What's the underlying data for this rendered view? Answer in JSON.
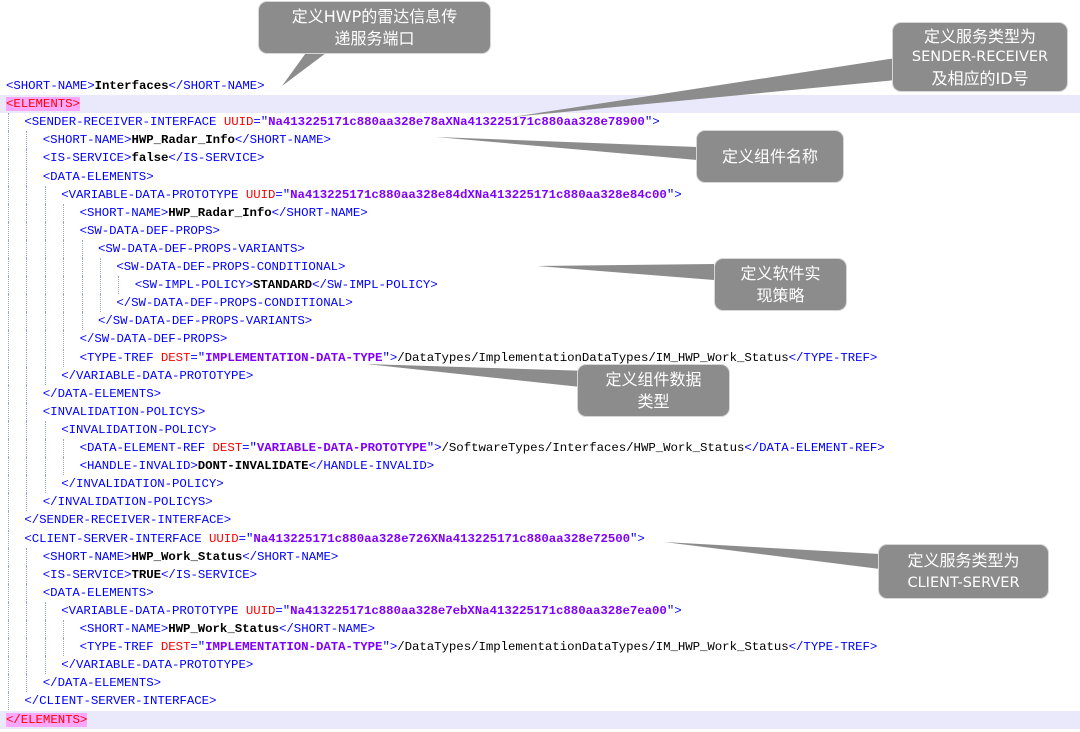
{
  "code_lines": [
    {
      "indent": 0,
      "tokens": [
        {
          "t": "tag",
          "v": "<SHORT-NAME>"
        },
        {
          "t": "txt",
          "v": "Interfaces"
        },
        {
          "t": "tag",
          "v": "</SHORT-NAME>"
        }
      ]
    },
    {
      "indent": 0,
      "highlight": true,
      "tokens": [
        {
          "t": "tagp",
          "v": "<ELEMENTS>"
        }
      ]
    },
    {
      "indent": 1,
      "tokens": [
        {
          "t": "tag",
          "v": "<SENDER-RECEIVER-INTERFACE "
        },
        {
          "t": "attr",
          "v": "UUID"
        },
        {
          "t": "tag",
          "v": "=\""
        },
        {
          "t": "val",
          "v": "Na413225171c880aa328e78aXNa413225171c880aa328e78900"
        },
        {
          "t": "tag",
          "v": "\">"
        }
      ]
    },
    {
      "indent": 2,
      "tokens": [
        {
          "t": "tag",
          "v": "<SHORT-NAME>"
        },
        {
          "t": "txt",
          "v": "HWP_Radar_Info"
        },
        {
          "t": "tag",
          "v": "</SHORT-NAME>"
        }
      ]
    },
    {
      "indent": 2,
      "tokens": [
        {
          "t": "tag",
          "v": "<IS-SERVICE>"
        },
        {
          "t": "txt",
          "v": "false"
        },
        {
          "t": "tag",
          "v": "</IS-SERVICE>"
        }
      ]
    },
    {
      "indent": 2,
      "tokens": [
        {
          "t": "tag",
          "v": "<DATA-ELEMENTS>"
        }
      ]
    },
    {
      "indent": 3,
      "tokens": [
        {
          "t": "tag",
          "v": "<VARIABLE-DATA-PROTOTYPE "
        },
        {
          "t": "attr",
          "v": "UUID"
        },
        {
          "t": "tag",
          "v": "=\""
        },
        {
          "t": "val",
          "v": "Na413225171c880aa328e84dXNa413225171c880aa328e84c00"
        },
        {
          "t": "tag",
          "v": "\">"
        }
      ]
    },
    {
      "indent": 4,
      "tokens": [
        {
          "t": "tag",
          "v": "<SHORT-NAME>"
        },
        {
          "t": "txt",
          "v": "HWP_Radar_Info"
        },
        {
          "t": "tag",
          "v": "</SHORT-NAME>"
        }
      ]
    },
    {
      "indent": 4,
      "tokens": [
        {
          "t": "tag",
          "v": "<SW-DATA-DEF-PROPS>"
        }
      ]
    },
    {
      "indent": 5,
      "tokens": [
        {
          "t": "tag",
          "v": "<SW-DATA-DEF-PROPS-VARIANTS>"
        }
      ]
    },
    {
      "indent": 6,
      "tokens": [
        {
          "t": "tag",
          "v": "<SW-DATA-DEF-PROPS-CONDITIONAL>"
        }
      ]
    },
    {
      "indent": 7,
      "tokens": [
        {
          "t": "tag",
          "v": "<SW-IMPL-POLICY>"
        },
        {
          "t": "txt",
          "v": "STANDARD"
        },
        {
          "t": "tag",
          "v": "</SW-IMPL-POLICY>"
        }
      ]
    },
    {
      "indent": 6,
      "tokens": [
        {
          "t": "tag",
          "v": "</SW-DATA-DEF-PROPS-CONDITIONAL>"
        }
      ]
    },
    {
      "indent": 5,
      "tokens": [
        {
          "t": "tag",
          "v": "</SW-DATA-DEF-PROPS-VARIANTS>"
        }
      ]
    },
    {
      "indent": 4,
      "tokens": [
        {
          "t": "tag",
          "v": "</SW-DATA-DEF-PROPS>"
        }
      ]
    },
    {
      "indent": 4,
      "tokens": [
        {
          "t": "tag",
          "v": "<TYPE-TREF "
        },
        {
          "t": "attr",
          "v": "DEST"
        },
        {
          "t": "tag",
          "v": "=\""
        },
        {
          "t": "val",
          "v": "IMPLEMENTATION-DATA-TYPE"
        },
        {
          "t": "tag",
          "v": "\">"
        },
        {
          "t": "path",
          "v": "/DataTypes/ImplementationDataTypes/IM_HWP_Work_Status"
        },
        {
          "t": "tag",
          "v": "</TYPE-TREF>"
        }
      ]
    },
    {
      "indent": 3,
      "tokens": [
        {
          "t": "tag",
          "v": "</VARIABLE-DATA-PROTOTYPE>"
        }
      ]
    },
    {
      "indent": 2,
      "tokens": [
        {
          "t": "tag",
          "v": "</DATA-ELEMENTS>"
        }
      ]
    },
    {
      "indent": 2,
      "tokens": [
        {
          "t": "tag",
          "v": "<INVALIDATION-POLICYS>"
        }
      ]
    },
    {
      "indent": 3,
      "tokens": [
        {
          "t": "tag",
          "v": "<INVALIDATION-POLICY>"
        }
      ]
    },
    {
      "indent": 4,
      "tokens": [
        {
          "t": "tag",
          "v": "<DATA-ELEMENT-REF "
        },
        {
          "t": "attr",
          "v": "DEST"
        },
        {
          "t": "tag",
          "v": "=\""
        },
        {
          "t": "val",
          "v": "VARIABLE-DATA-PROTOTYPE"
        },
        {
          "t": "tag",
          "v": "\">"
        },
        {
          "t": "path",
          "v": "/SoftwareTypes/Interfaces/HWP_Work_Status"
        },
        {
          "t": "tag",
          "v": "</DATA-ELEMENT-REF>"
        }
      ]
    },
    {
      "indent": 4,
      "tokens": [
        {
          "t": "tag",
          "v": "<HANDLE-INVALID>"
        },
        {
          "t": "txt",
          "v": "DONT-INVALIDATE"
        },
        {
          "t": "tag",
          "v": "</HANDLE-INVALID>"
        }
      ]
    },
    {
      "indent": 3,
      "tokens": [
        {
          "t": "tag",
          "v": "</INVALIDATION-POLICY>"
        }
      ]
    },
    {
      "indent": 2,
      "tokens": [
        {
          "t": "tag",
          "v": "</INVALIDATION-POLICYS>"
        }
      ]
    },
    {
      "indent": 1,
      "tokens": [
        {
          "t": "tag",
          "v": "</SENDER-RECEIVER-INTERFACE>"
        }
      ]
    },
    {
      "indent": 1,
      "tokens": [
        {
          "t": "tag",
          "v": "<CLIENT-SERVER-INTERFACE "
        },
        {
          "t": "attr",
          "v": "UUID"
        },
        {
          "t": "tag",
          "v": "=\""
        },
        {
          "t": "val",
          "v": "Na413225171c880aa328e726XNa413225171c880aa328e72500"
        },
        {
          "t": "tag",
          "v": "\">"
        }
      ]
    },
    {
      "indent": 2,
      "tokens": [
        {
          "t": "tag",
          "v": "<SHORT-NAME>"
        },
        {
          "t": "txt",
          "v": "HWP_Work_Status"
        },
        {
          "t": "tag",
          "v": "</SHORT-NAME>"
        }
      ]
    },
    {
      "indent": 2,
      "tokens": [
        {
          "t": "tag",
          "v": "<IS-SERVICE>"
        },
        {
          "t": "txt",
          "v": "TRUE"
        },
        {
          "t": "tag",
          "v": "</IS-SERVICE>"
        }
      ]
    },
    {
      "indent": 2,
      "tokens": [
        {
          "t": "tag",
          "v": "<DATA-ELEMENTS>"
        }
      ]
    },
    {
      "indent": 3,
      "tokens": [
        {
          "t": "tag",
          "v": "<VARIABLE-DATA-PROTOTYPE "
        },
        {
          "t": "attr",
          "v": "UUID"
        },
        {
          "t": "tag",
          "v": "=\""
        },
        {
          "t": "val",
          "v": "Na413225171c880aa328e7ebXNa413225171c880aa328e7ea00"
        },
        {
          "t": "tag",
          "v": "\">"
        }
      ]
    },
    {
      "indent": 4,
      "tokens": [
        {
          "t": "tag",
          "v": "<SHORT-NAME>"
        },
        {
          "t": "txt",
          "v": "HWP_Work_Status"
        },
        {
          "t": "tag",
          "v": "</SHORT-NAME>"
        }
      ]
    },
    {
      "indent": 4,
      "tokens": [
        {
          "t": "tag",
          "v": "<TYPE-TREF "
        },
        {
          "t": "attr",
          "v": "DEST"
        },
        {
          "t": "tag",
          "v": "=\""
        },
        {
          "t": "val",
          "v": "IMPLEMENTATION-DATA-TYPE"
        },
        {
          "t": "tag",
          "v": "\">"
        },
        {
          "t": "path",
          "v": "/DataTypes/ImplementationDataTypes/IM_HWP_Work_Status"
        },
        {
          "t": "tag",
          "v": "</TYPE-TREF>"
        }
      ]
    },
    {
      "indent": 3,
      "tokens": [
        {
          "t": "tag",
          "v": "</VARIABLE-DATA-PROTOTYPE>"
        }
      ]
    },
    {
      "indent": 2,
      "tokens": [
        {
          "t": "tag",
          "v": "</DATA-ELEMENTS>"
        }
      ]
    },
    {
      "indent": 1,
      "tokens": [
        {
          "t": "tag",
          "v": "</CLIENT-SERVER-INTERFACE>"
        }
      ]
    },
    {
      "indent": 0,
      "highlight": true,
      "tokens": [
        {
          "t": "tagp",
          "v": "</ELEMENTS>"
        }
      ]
    }
  ],
  "callouts": {
    "port": {
      "line1": "定义HWP的雷达信息传",
      "line2": "递服务端口"
    },
    "sr_type": {
      "line1": "定义服务类型为",
      "line2": "SENDER-RECEIVER",
      "line3": "及相应的ID号"
    },
    "component_name": {
      "line1": "定义组件名称"
    },
    "impl_policy": {
      "line1": "定义软件实",
      "line2": "现策略"
    },
    "data_type": {
      "line1": "定义组件数据",
      "line2": "类型"
    },
    "cs_type": {
      "line1": "定义服务类型为",
      "line2": "CLIENT-SERVER"
    }
  },
  "colors": {
    "tag": "#0000ff",
    "attribute": "#ff0000",
    "attribute_value": "#8000ff",
    "text": "#000000",
    "elements_highlight": "#fba6ff",
    "line_highlight": "#e9e9fb",
    "callout_bg": "#8c8c8c"
  }
}
